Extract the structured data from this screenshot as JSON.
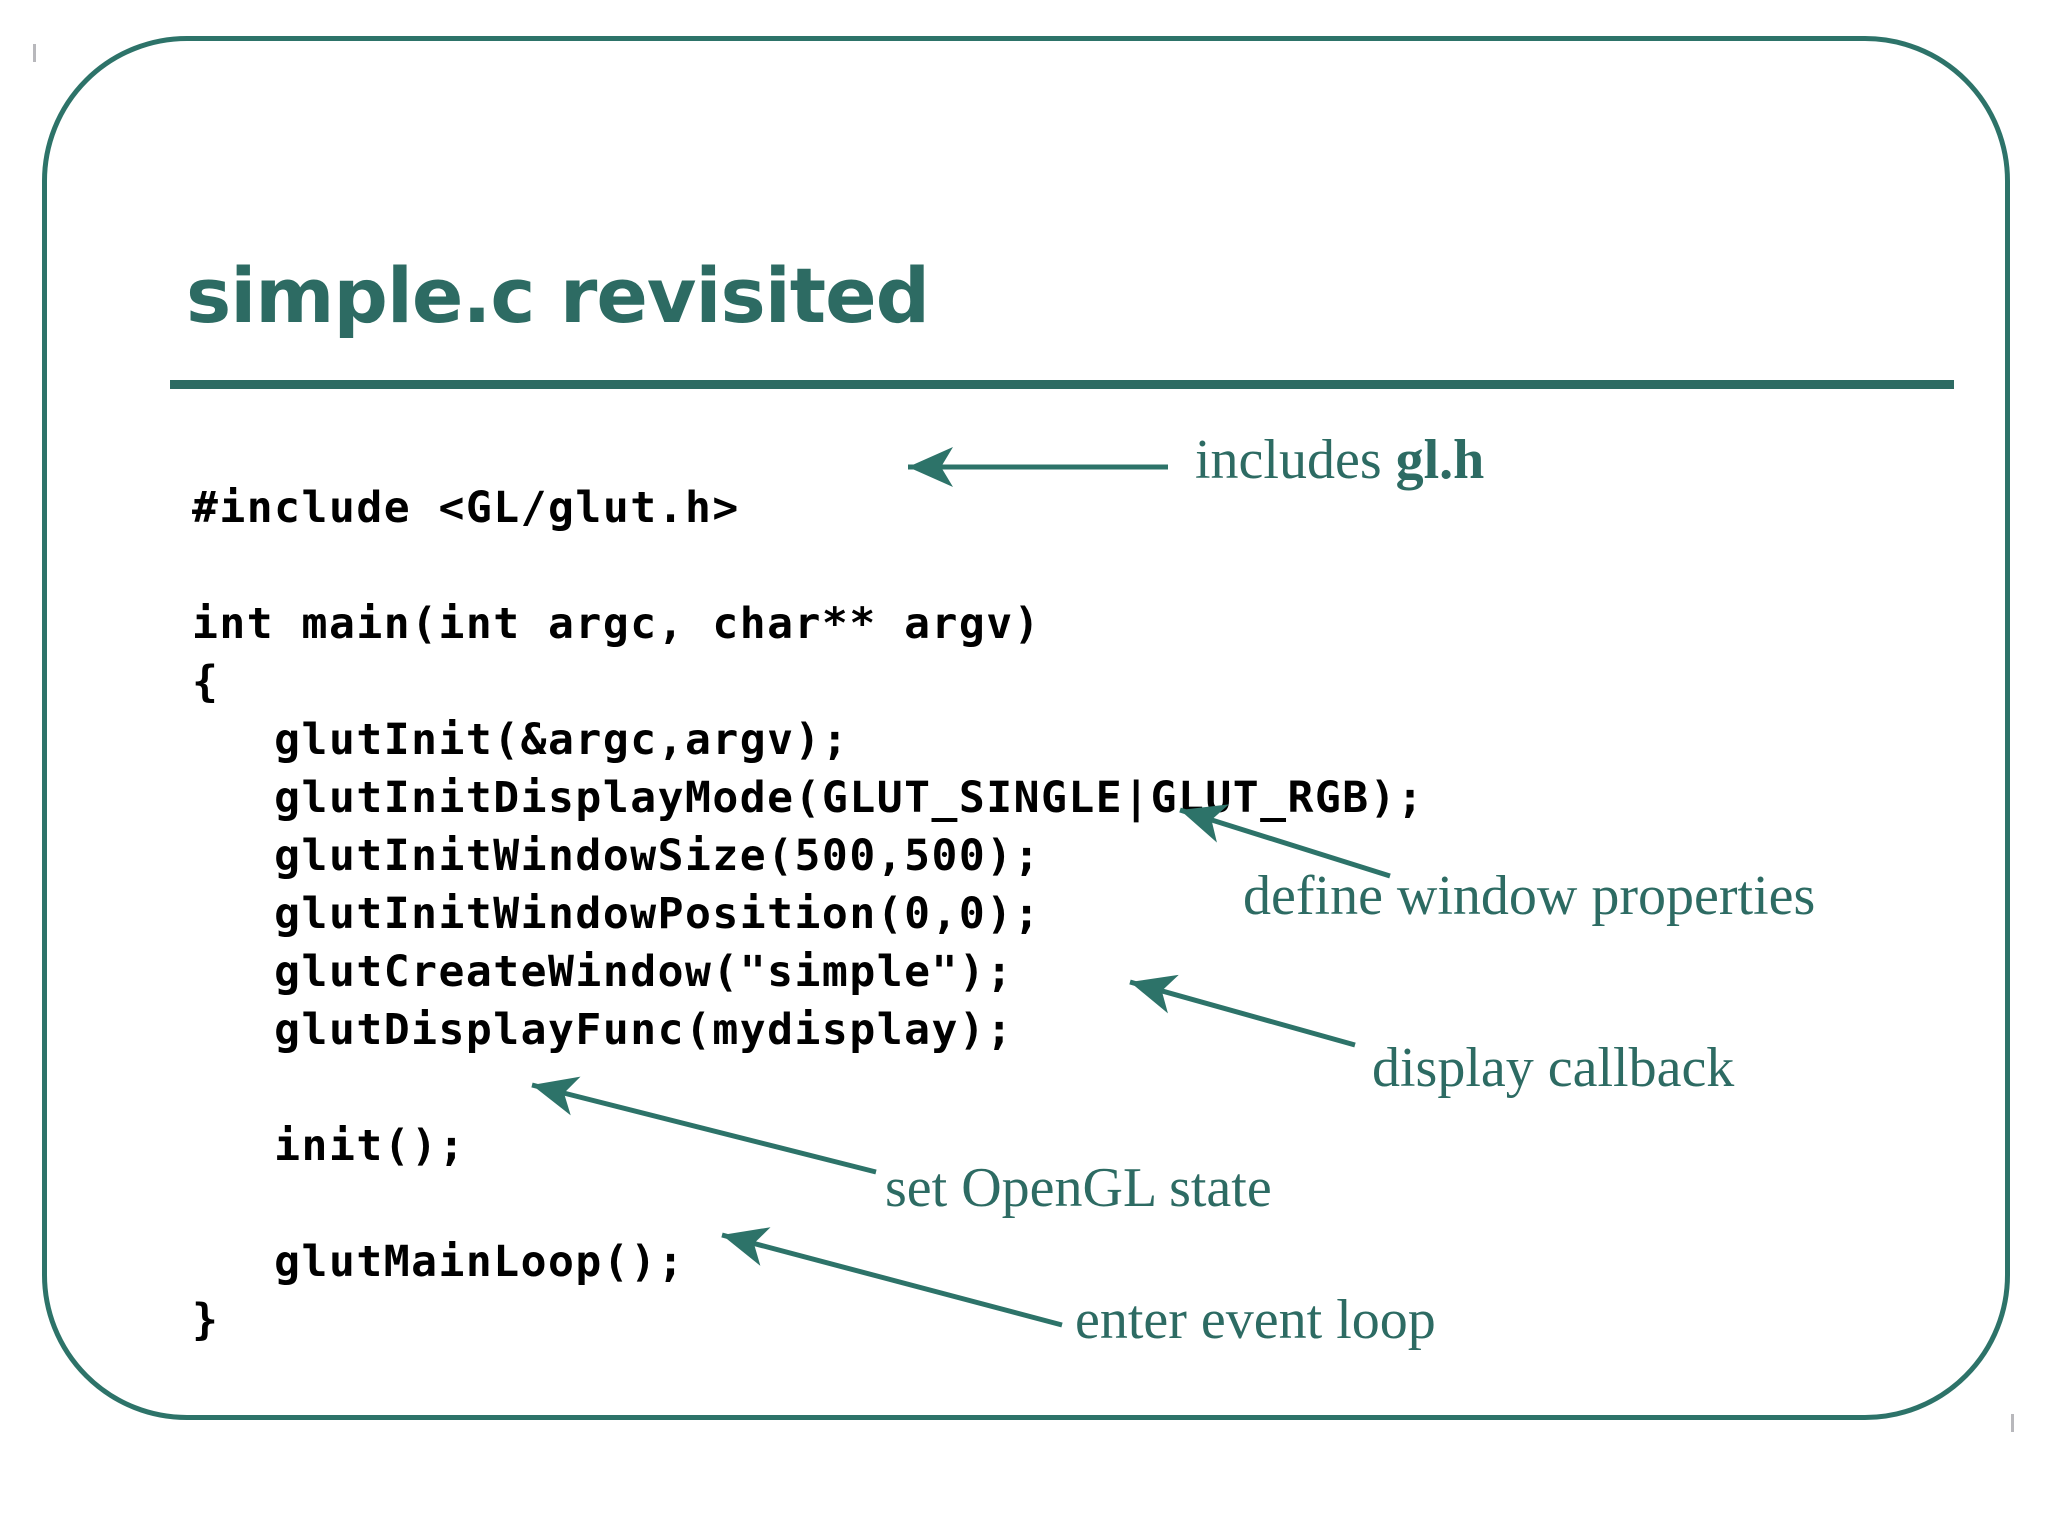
{
  "slide": {
    "title": "simple.c revisited",
    "accent_color": "#2d6b63",
    "border_color": "#2d7369",
    "code_color": "#000000",
    "background_color": "#ffffff"
  },
  "code": {
    "language": "c",
    "text": "#include <GL/glut.h>\n\nint main(int argc, char** argv)\n{\n   glutInit(&argc,argv);\n   glutInitDisplayMode(GLUT_SINGLE|GLUT_RGB);\n   glutInitWindowSize(500,500);\n   glutInitWindowPosition(0,0);\n   glutCreateWindow(\"simple\");\n   glutDisplayFunc(mydisplay);\n\n   init();\n\n   glutMainLoop();\n}",
    "lines": [
      "#include <GL/glut.h>",
      "",
      "int main(int argc, char** argv)",
      "{",
      "   glutInit(&argc,argv);",
      "   glutInitDisplayMode(GLUT_SINGLE|GLUT_RGB);",
      "   glutInitWindowSize(500,500);",
      "   glutInitWindowPosition(0,0);",
      "   glutCreateWindow(\"simple\");",
      "   glutDisplayFunc(mydisplay);",
      "",
      "   init();",
      "",
      "   glutMainLoop();",
      "}"
    ]
  },
  "annotations": [
    {
      "id": "includes",
      "text_plain": "includes ",
      "text_bold": "gl.h",
      "target": "#include <GL/glut.h>"
    },
    {
      "id": "window-props",
      "text": "define window properties",
      "target": "glutInitWindowSize(500,500);"
    },
    {
      "id": "display-callback",
      "text": "display callback",
      "target": "glutDisplayFunc(mydisplay);"
    },
    {
      "id": "opengl-state",
      "text": "set OpenGL state",
      "target": "init();"
    },
    {
      "id": "event-loop",
      "text": "enter event loop",
      "target": "glutMainLoop();"
    }
  ]
}
